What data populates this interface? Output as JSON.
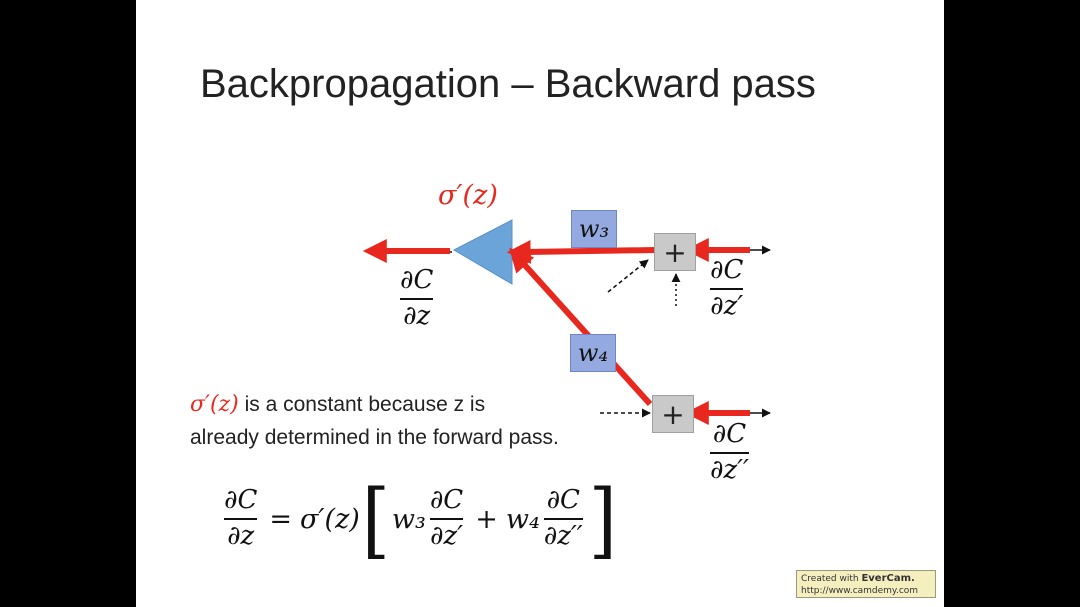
{
  "title": "Backpropagation – Backward pass",
  "diagram": {
    "sigma_label": "σ′(z)",
    "w3": "w₃",
    "w4": "w₄",
    "plus_symbol": "+",
    "dC": "∂C",
    "dz": "∂z",
    "dz_prime": "∂z′",
    "dz_double_prime": "∂z′′"
  },
  "note": {
    "sigma": "σ′(z)",
    "line1_rest": " is a constant because z is",
    "line2": "already determined in the forward pass."
  },
  "equation": {
    "lhs_num": "∂C",
    "lhs_den": "∂z",
    "equals": "=",
    "sigma": "σ′(z)",
    "left_bracket": "[",
    "right_bracket": "]",
    "w3": "w₃",
    "w4": "w₄",
    "plus": "+",
    "dC": "∂C",
    "dz_prime": "∂z′",
    "dz_double_prime": "∂z′′"
  },
  "watermark": {
    "created_with": "Created with ",
    "brand": "EverCam.",
    "url": "http://www.camdemy.com"
  },
  "colors": {
    "arrow": "#e8281e",
    "triangle": "#5b9bd5",
    "weight_box": "#93a9e0",
    "adder": "#c9c9c9"
  }
}
